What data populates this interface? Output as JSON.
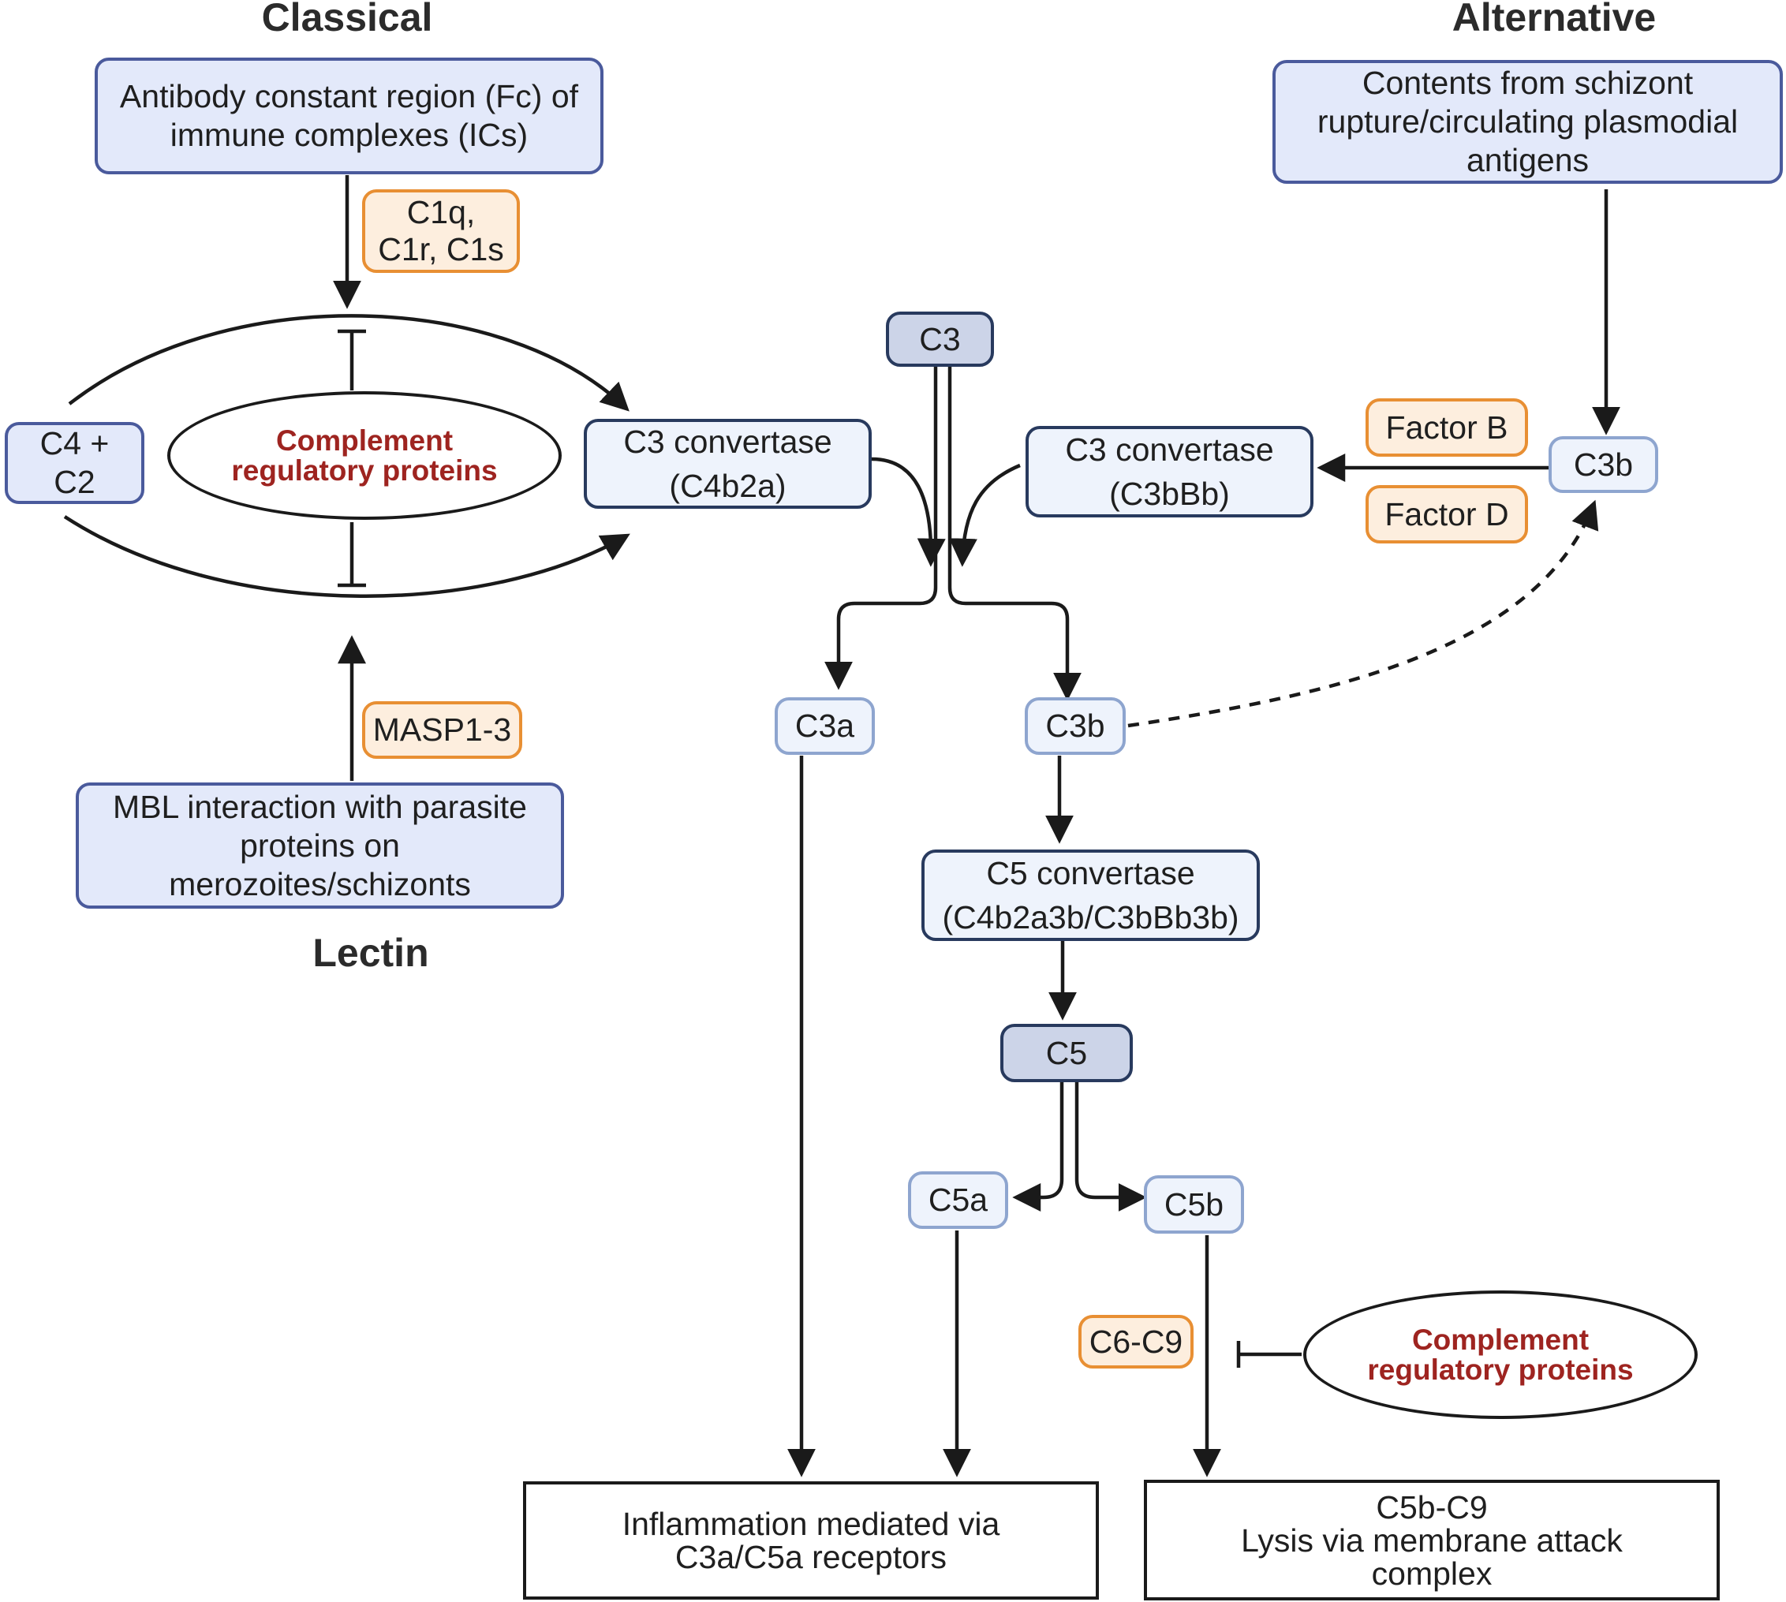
{
  "headings": {
    "classical": "Classical",
    "alternative": "Alternative",
    "lectin": "Lectin"
  },
  "nodes": {
    "antibody_fc": "Antibody constant region (Fc) of immune complexes (ICs)",
    "schizont_contents": "Contents from schizont rupture/circulating plasmodial antigens",
    "mbl_interaction": "MBL interaction with parasite proteins on merozoites/schizonts",
    "c4_c2": "C4 + C2",
    "c3": "C3",
    "c3_convertase_classical": {
      "line1": "C3 convertase",
      "line2": "(C4b2a)"
    },
    "c3_convertase_alternative": {
      "line1": "C3 convertase",
      "line2": "(C3bBb)"
    },
    "c3b_alternative": "C3b",
    "c3a": "C3a",
    "c3b": "C3b",
    "c5_convertase": {
      "line1": "C5 convertase",
      "line2": "(C4b2a3b/C3bBb3b)"
    },
    "c5": "C5",
    "c5a": "C5a",
    "c5b": "C5b",
    "inflammation": {
      "line1": "Inflammation mediated via",
      "line2": "C3a/C5a receptors"
    },
    "lysis": {
      "line1": "C5b-C9",
      "line2": "Lysis via membrane attack",
      "line3": "complex"
    }
  },
  "enzymes": {
    "c1": {
      "line1": "C1q,",
      "line2": "C1r, C1s"
    },
    "masp": "MASP1-3",
    "factor_b": "Factor B",
    "factor_d": "Factor D",
    "c6_c9": "C6-C9"
  },
  "regulators": {
    "top_left": {
      "line1": "Complement",
      "line2": "regulatory proteins"
    },
    "bottom_right": {
      "line1": "Complement",
      "line2": "regulatory proteins"
    }
  },
  "colors": {
    "source_fill": "#e3e9fa",
    "source_border": "#4a5a9c",
    "convertase_border": "#283a5e",
    "key_fill": "#ccd4e8",
    "fragment_border": "#8ea5cf",
    "enzyme_fill": "#fdeede",
    "enzyme_border": "#e88f33",
    "regulator_text": "#9e2420",
    "line": "#1a1a1a"
  }
}
